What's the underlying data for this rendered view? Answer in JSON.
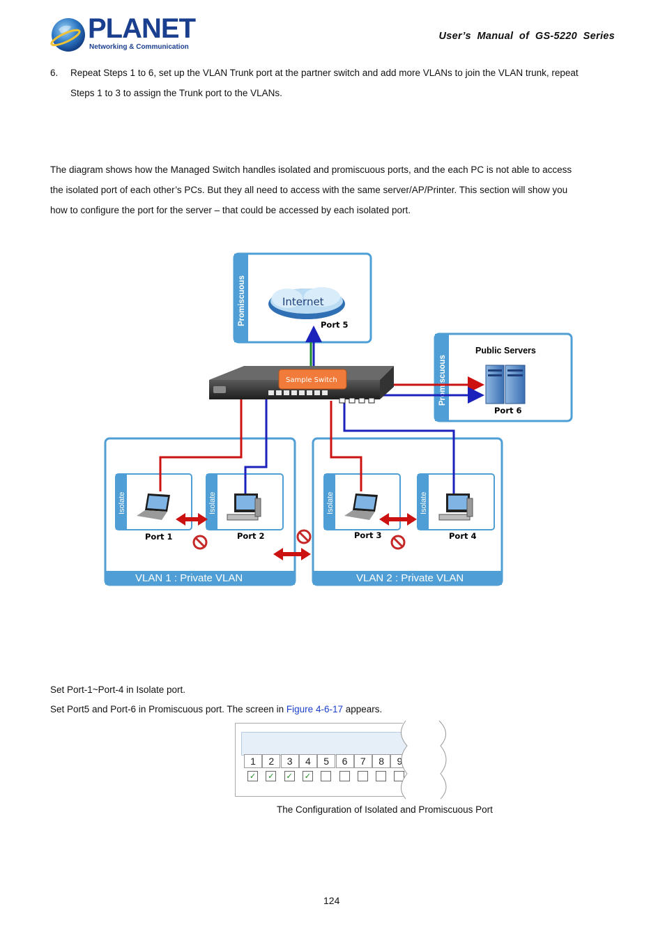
{
  "header": {
    "logo_name": "PLANET",
    "logo_tagline": "Networking & Communication",
    "manual_title": "User’s  Manual  of  GS-5220  Series"
  },
  "step6": {
    "number": "6.",
    "line1": "Repeat Steps 1 to 6, set up the VLAN Trunk port at the partner switch and add more VLANs to join the VLAN trunk, repeat",
    "line2": "Steps 1 to 3 to assign the Trunk port to the VLANs."
  },
  "intro": {
    "line1": "The diagram shows how the Managed Switch handles isolated and promiscuous ports, and the each PC is not able to access",
    "line2": "the isolated port of each other’s PCs. But they all need to access with the same server/AP/Printer. This section will show you",
    "line3": "how to configure the port for the server – that could be accessed by each isolated port."
  },
  "diagram": {
    "promiscuous_label": "Promiscuous",
    "internet_label": "Internet",
    "port5": "Port 5",
    "public_servers": "Public Servers",
    "port6": "Port 6",
    "switch_label": "Sample Switch",
    "isolate_label": "Isolate",
    "port1": "Port 1",
    "port2": "Port 2",
    "port3": "Port 3",
    "port4": "Port 4",
    "vlan1": "VLAN 1 : Private VLAN",
    "vlan2": "VLAN 2 : Private VLAN",
    "colors": {
      "panel_border": "#4f9fd6",
      "panel_fill": "#f2f8fd",
      "red_link": "#cc1111",
      "blue_link": "#1a22bb",
      "green_link": "#1d8a2a",
      "switch_tag": "#f07b3a"
    }
  },
  "steps_text": {
    "line1": "Set Port-1~Port-4 in Isolate port.",
    "line2_pre": "Set Port5 and Port-6 in Promiscuous port. The screen in ",
    "line2_link": "Figure 4-6-17",
    "line2_post": " appears."
  },
  "port_table": {
    "ports": [
      "1",
      "2",
      "3",
      "4",
      "5",
      "6",
      "7",
      "8",
      "9"
    ],
    "checked": [
      true,
      true,
      true,
      true,
      false,
      false,
      false,
      false,
      false
    ]
  },
  "caption": "The Configuration of Isolated and Promiscuous Port",
  "page_number": "124"
}
